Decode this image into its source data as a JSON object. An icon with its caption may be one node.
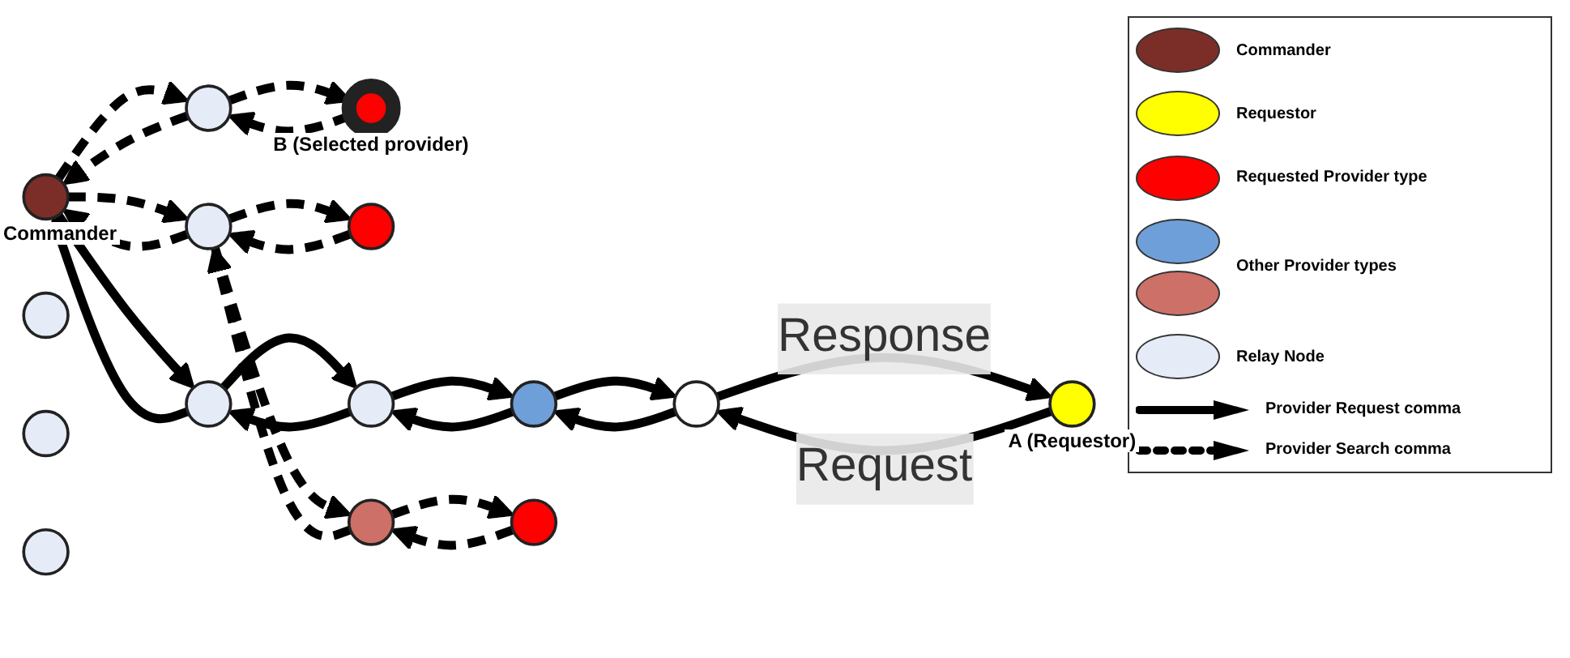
{
  "diagram": {
    "nodes": [
      {
        "text": [],
        "shape": "circle",
        "beside": [
          "Commander"
        ]
      },
      {
        "text": [],
        "shape": "circle"
      },
      {
        "text": [],
        "shape": "circle",
        "beside": [
          "B (Selected provider)"
        ]
      },
      {
        "text": [],
        "shape": "circle"
      },
      {
        "text": [],
        "shape": "circle"
      },
      {
        "text": [],
        "shape": "circle"
      },
      {
        "text": [],
        "shape": "circle"
      },
      {
        "text": [],
        "shape": "circle"
      },
      {
        "text": [],
        "shape": "circle"
      },
      {
        "text": [],
        "shape": "circle"
      },
      {
        "text": [],
        "shape": "circle"
      },
      {
        "text": [],
        "shape": "circle"
      },
      {
        "text": [],
        "shape": "circle"
      },
      {
        "text": [],
        "shape": "circle"
      },
      {
        "text": [],
        "shape": "circle",
        "beside": [
          "A (Requestor)"
        ]
      }
    ],
    "edges": [
      {
        "from": 0,
        "to": 1,
        "arrow": "to",
        "style": "dashed"
      },
      {
        "from": 1,
        "to": 0,
        "arrow": "to",
        "style": "dashed"
      },
      {
        "from": 1,
        "to": 2,
        "arrow": "to",
        "style": "dashed"
      },
      {
        "from": 2,
        "to": 1,
        "arrow": "to",
        "style": "dashed"
      },
      {
        "from": 0,
        "to": 3,
        "arrow": "to",
        "style": "dashed"
      },
      {
        "from": 3,
        "to": 0,
        "arrow": "to",
        "style": "dashed"
      },
      {
        "from": 3,
        "to": 5,
        "arrow": "to",
        "style": "dashed"
      },
      {
        "from": 5,
        "to": 3,
        "arrow": "to",
        "style": "dashed"
      },
      {
        "from": 3,
        "to": 7,
        "arrow": "to",
        "style": "dashed"
      },
      {
        "from": 7,
        "to": 3,
        "arrow": "to",
        "style": "dashed"
      },
      {
        "from": 7,
        "to": 9,
        "arrow": "to",
        "style": "dashed"
      },
      {
        "from": 9,
        "to": 7,
        "arrow": "to",
        "style": "dashed"
      },
      {
        "from": 0,
        "to": 4,
        "arrow": "to"
      },
      {
        "from": 4,
        "to": 0,
        "arrow": "to"
      },
      {
        "from": 4,
        "to": 6,
        "arrow": "to"
      },
      {
        "from": 6,
        "to": 4,
        "arrow": "to"
      },
      {
        "from": 6,
        "to": 8,
        "arrow": "to"
      },
      {
        "from": 8,
        "to": 6,
        "arrow": "to"
      },
      {
        "from": 8,
        "to": 10,
        "arrow": "to"
      },
      {
        "from": 10,
        "to": 8,
        "arrow": "to"
      },
      {
        "from": 10,
        "to": 14,
        "arrow": "to",
        "label": "Response"
      },
      {
        "from": 14,
        "to": 10,
        "arrow": "to",
        "label": "Request"
      }
    ],
    "legend": [
      {
        "text": "Commander",
        "color": "#7b2e28"
      },
      {
        "text": "Requestor",
        "color": "#ffff00"
      },
      {
        "text": "Requested Provider type",
        "color": "#ff0000"
      },
      {
        "text": "Other Provider types",
        "color": "#6f9fd8"
      },
      {
        "text": "Relay Node",
        "color": "#e6ecf7"
      },
      {
        "text": "Provider Request comma"
      },
      {
        "text": "Provider Search comma"
      }
    ]
  }
}
